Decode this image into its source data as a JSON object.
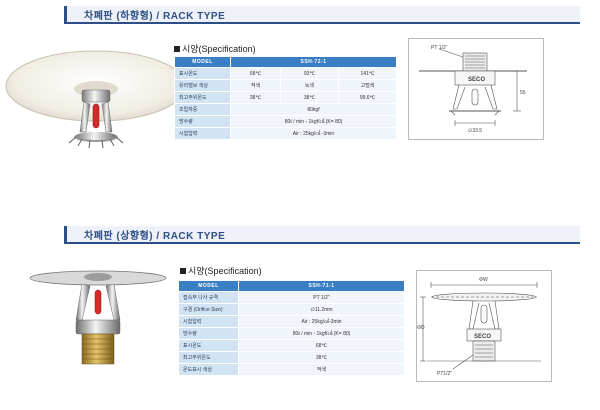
{
  "section1": {
    "title": "차폐판 (하향형) / RACK TYPE",
    "spec_heading": "시양(Specification)",
    "table": {
      "model_label": "MODEL",
      "model_value": "SSH-72-1",
      "rows": [
        {
          "label": "표시온도",
          "values": [
            "68℃",
            "93℃",
            "141℃"
          ]
        },
        {
          "label": "유리벌브 색상",
          "values": [
            "적색",
            "녹색",
            "고털색"
          ]
        },
        {
          "label": "최고주위온도",
          "values": [
            "38℃",
            "38℃",
            "99.6℃"
          ]
        },
        {
          "label": "조립하중",
          "value": "80kgf"
        },
        {
          "label": "방수량",
          "value": "80ℓ / min - 1kgf/㎠ (K= 80)"
        },
        {
          "label": "시험압력",
          "value": "Air : 25kg/㎠ -3min"
        }
      ]
    },
    "drawing": {
      "thread_label": "PT 1/2\"",
      "brand": "SECO",
      "dim_height": "55",
      "dim_diameter": "∅33.5"
    }
  },
  "section2": {
    "title": "차폐판 (상향형) / RACK TYPE",
    "spec_heading": "시양(Specification)",
    "table": {
      "model_label": "MODEL",
      "model_value": "SSH-71-1",
      "rows": [
        {
          "label": "접속부 나사 규격",
          "value": "PT 1/2\""
        },
        {
          "label": "구경 (Orifice Size)",
          "value": "∅11.2mm"
        },
        {
          "label": "시험압력",
          "value": "Air : 25kg/㎠-3min"
        },
        {
          "label": "방수량",
          "value": "80ℓ / min - 1kgf/㎠ (K= 80)"
        },
        {
          "label": "표시온도",
          "value": "68℃"
        },
        {
          "label": "최고주위온도",
          "value": "38℃"
        },
        {
          "label": "온도표시 색상",
          "value": "적색"
        }
      ]
    },
    "drawing": {
      "thread_label": "PT1/2\"",
      "brand": "SECO",
      "dim_width": "ΦW",
      "dim_height": "ΦD"
    }
  },
  "colors": {
    "accent": "#2d4f86",
    "table_header": "#3a7fc4",
    "label_cell": "#d2e3f4",
    "value_cell": "#f0f5fb",
    "bulb_red": "#d42a2a"
  }
}
